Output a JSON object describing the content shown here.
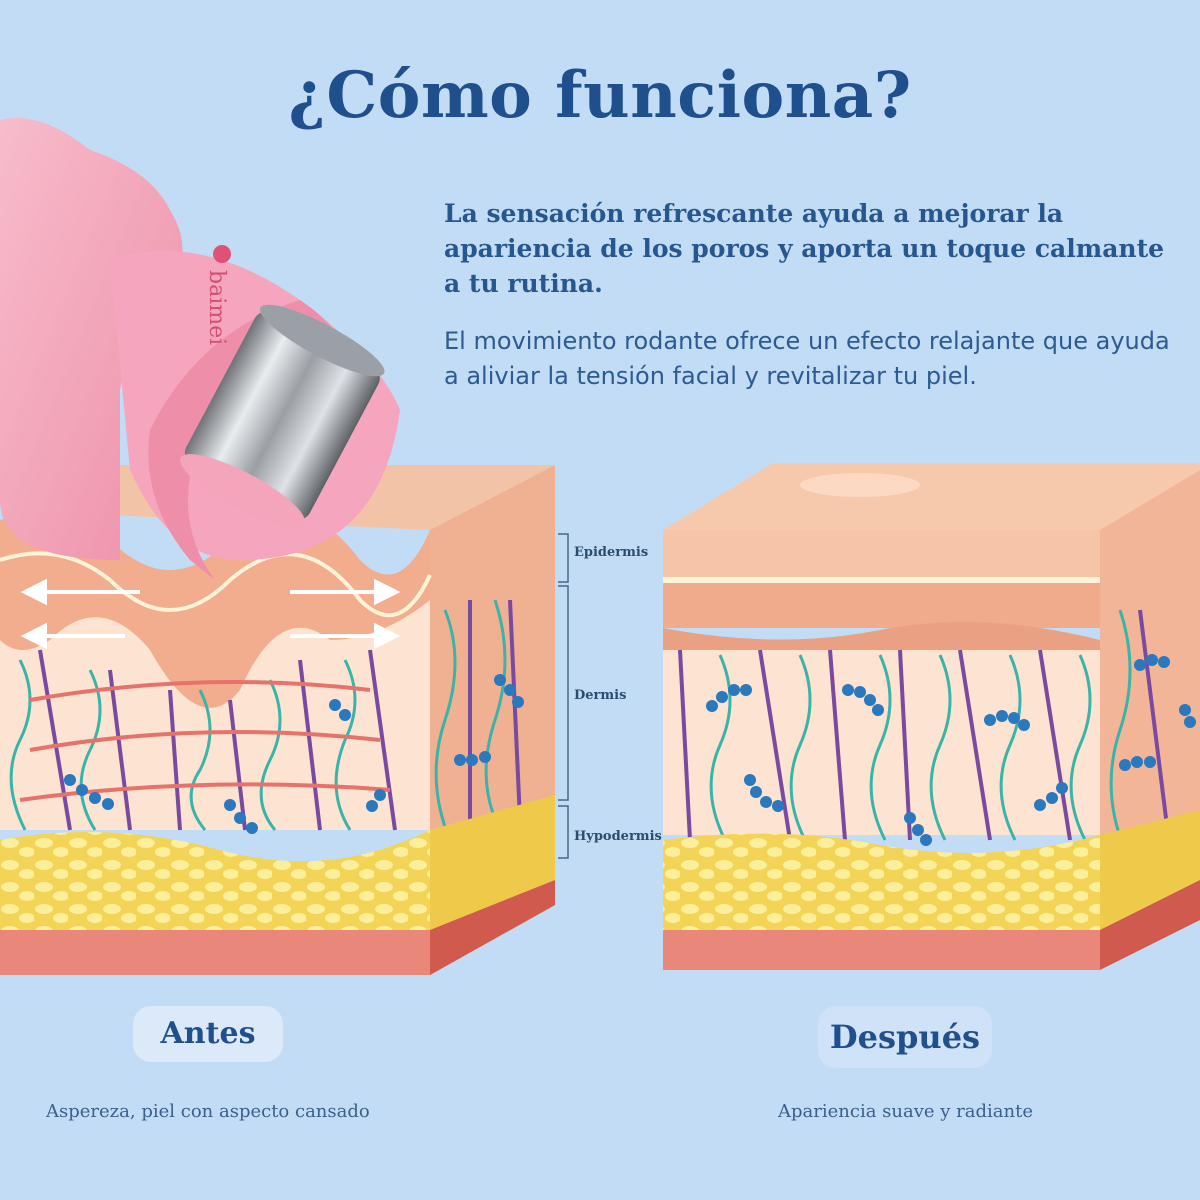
{
  "title": "¿Cómo funciona?",
  "intro": {
    "paragraph_bold": "La sensación refrescante ayuda a mejorar la apariencia de los poros y aporta un toque calmante a tu rutina.",
    "paragraph_regular": "El movimiento rodante ofrece un efecto relajante que ayuda a aliviar la tensión facial y revitalizar tu piel."
  },
  "brand": {
    "logo_text": "baimei"
  },
  "layers": {
    "epidermis": "Epidermis",
    "dermis": "Dermis",
    "hypodermis": "Hypodermis"
  },
  "before": {
    "label": "Antes",
    "caption": "Aspereza, piel con aspecto cansado"
  },
  "after": {
    "label": "Después",
    "caption": "Apariencia suave y radiante"
  },
  "colors": {
    "background": "#c2dcf5",
    "title": "#1f4f8c",
    "roller_pink": "#f4a7bd",
    "steel": "#b8bcc2",
    "skin_top": "#f5b99a",
    "dermis": "#fde6d6",
    "fat": "#f6dc6e",
    "muscle": "#d9574f",
    "collagen_purple": "#7a4aa0",
    "elastin_teal": "#3bb3a8",
    "hyaluronic_blue": "#2a78bd"
  }
}
